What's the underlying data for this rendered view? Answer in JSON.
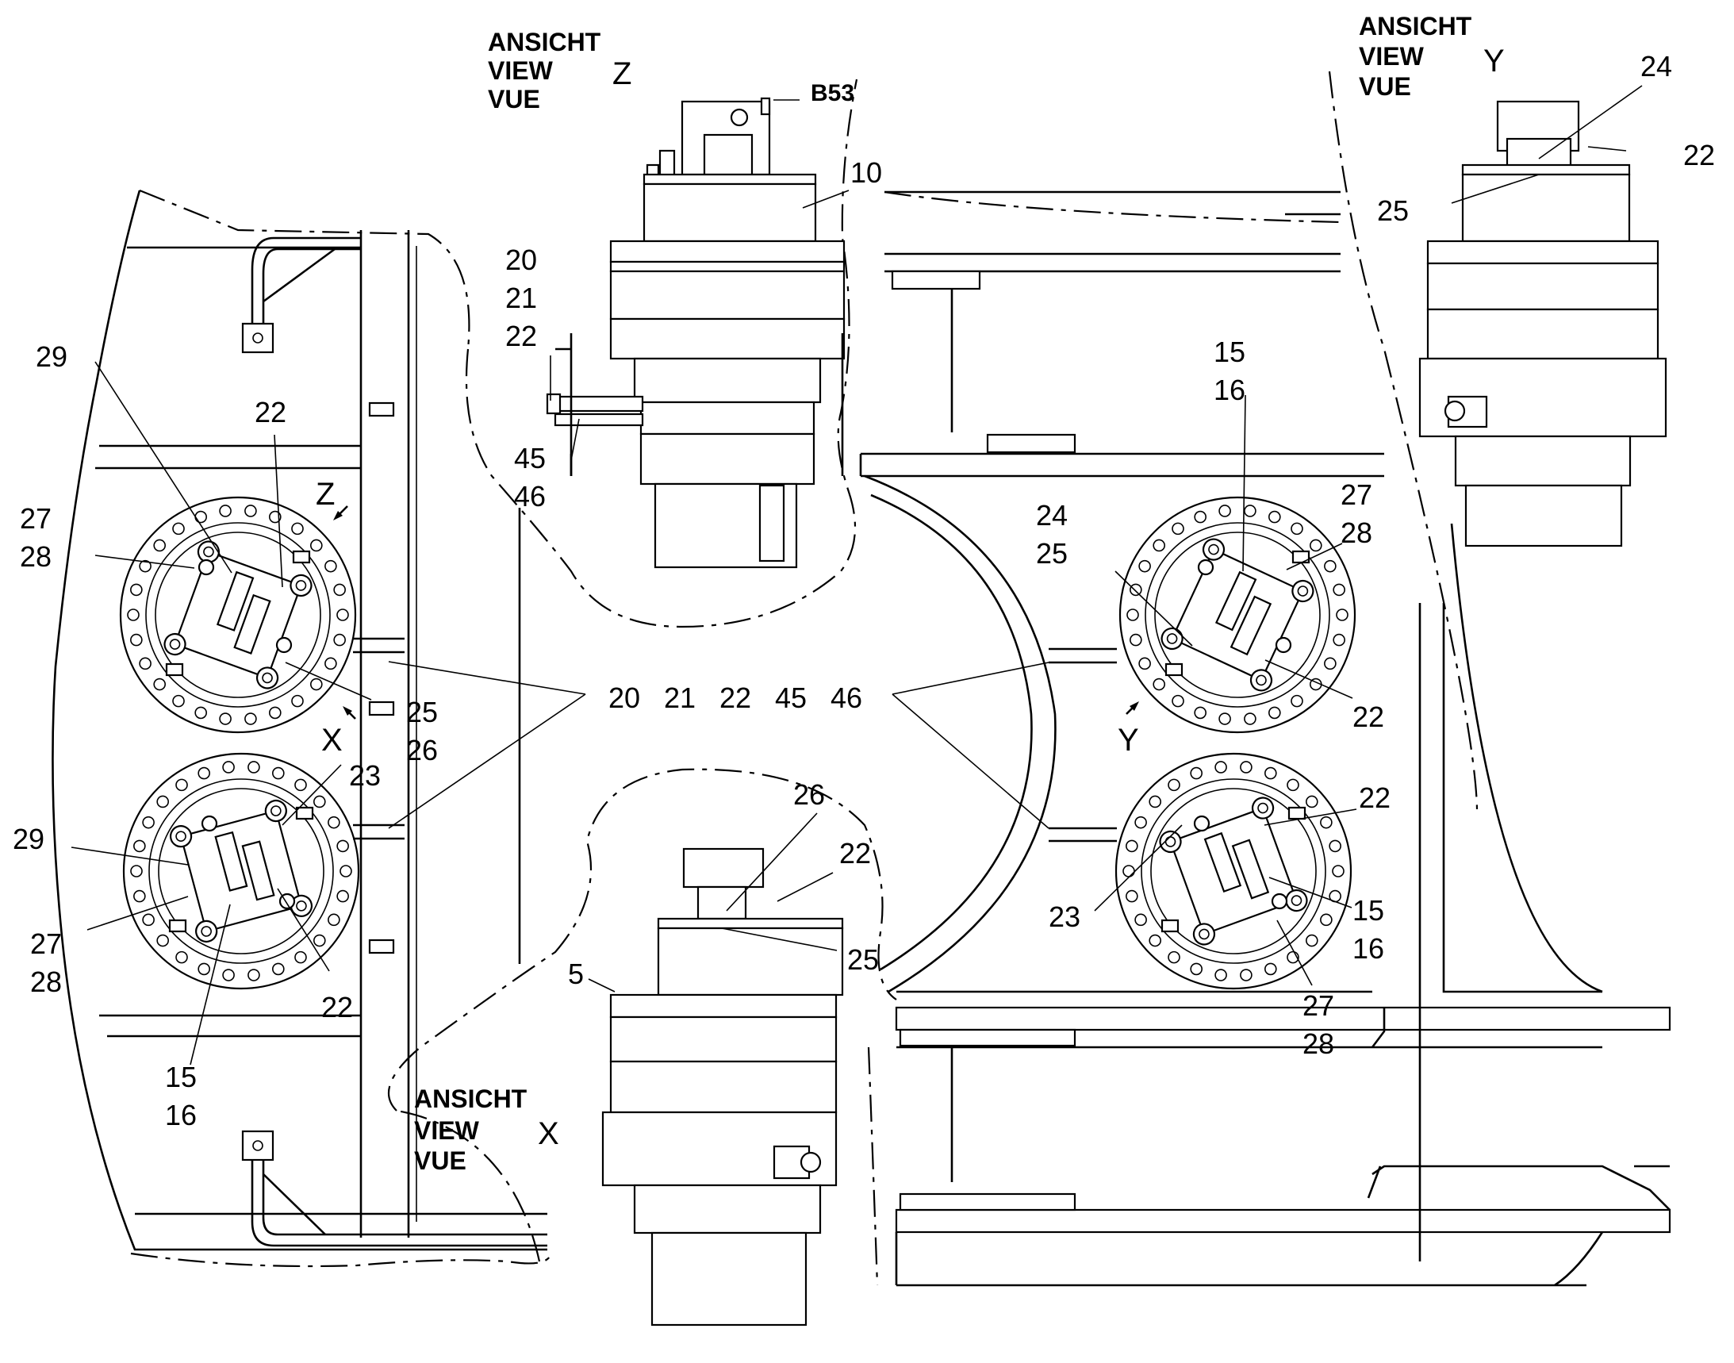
{
  "views": [
    {
      "id": "Z",
      "lines": [
        "ANSICHT",
        "VIEW",
        "VUE"
      ],
      "letter": "Z"
    },
    {
      "id": "Y",
      "lines": [
        "ANSICHT",
        "VIEW",
        "VUE"
      ],
      "letter": "Y"
    },
    {
      "id": "X",
      "lines": [
        "ANSICHT",
        "VIEW",
        "VUE"
      ],
      "letter": "X"
    }
  ],
  "arrow_letters": {
    "z": "Z",
    "x": "X",
    "y": "Y"
  },
  "callouts": {
    "b53": "B53",
    "z_10": "10",
    "z_20": "20",
    "z_21": "21",
    "z_22": "22",
    "z_45": "45",
    "z_46": "46",
    "y_24": "24",
    "y_22": "22",
    "y_25": "25",
    "l_29a": "29",
    "l_22a": "22",
    "l_27a": "27",
    "l_28a": "28",
    "l_25": "25",
    "l_26": "26",
    "l_23": "23",
    "l_29b": "29",
    "l_27b": "27",
    "l_28b": "28",
    "l_22b": "22",
    "l_15": "15",
    "l_16": "16",
    "c_group": [
      "20",
      "21",
      "22",
      "45",
      "46"
    ],
    "r_15a": "15",
    "r_16a": "16",
    "r_24": "24",
    "r_25": "25",
    "r_27a": "27",
    "r_28a": "28",
    "r_22a": "22",
    "r_22b": "22",
    "r_23": "23",
    "r_15b": "15",
    "r_16b": "16",
    "r_27b": "27",
    "r_28b": "28",
    "x_26": "26",
    "x_22": "22",
    "x_25": "25",
    "x_5": "5"
  }
}
